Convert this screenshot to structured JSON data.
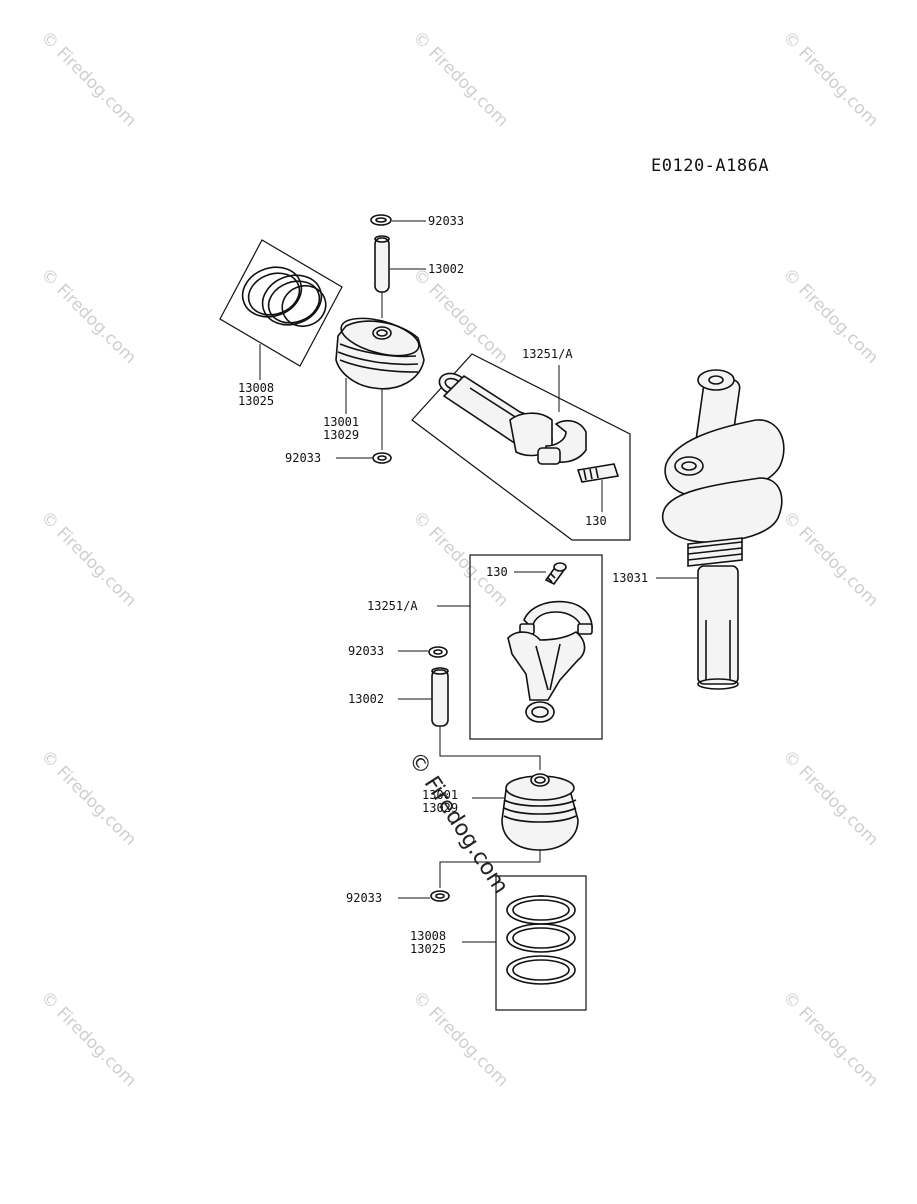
{
  "diagram_code": "E0120-A186A",
  "watermark": "© Firedog.com",
  "callouts": {
    "upper_clip_top": "92033",
    "upper_pin": "13002",
    "upper_rings_a": "13008",
    "upper_rings_b": "13025",
    "upper_piston_a": "13001",
    "upper_piston_b": "13029",
    "upper_clip_bottom": "92033",
    "upper_conrod": "13251/A",
    "upper_bolt": "130",
    "crankshaft": "13031",
    "lower_bolt": "130",
    "lower_conrod": "13251/A",
    "lower_clip_top": "92033",
    "lower_pin": "13002",
    "lower_piston_a": "13001",
    "lower_piston_b": "13029",
    "lower_clip_bottom": "92033",
    "lower_rings_a": "13008",
    "lower_rings_b": "13025"
  }
}
